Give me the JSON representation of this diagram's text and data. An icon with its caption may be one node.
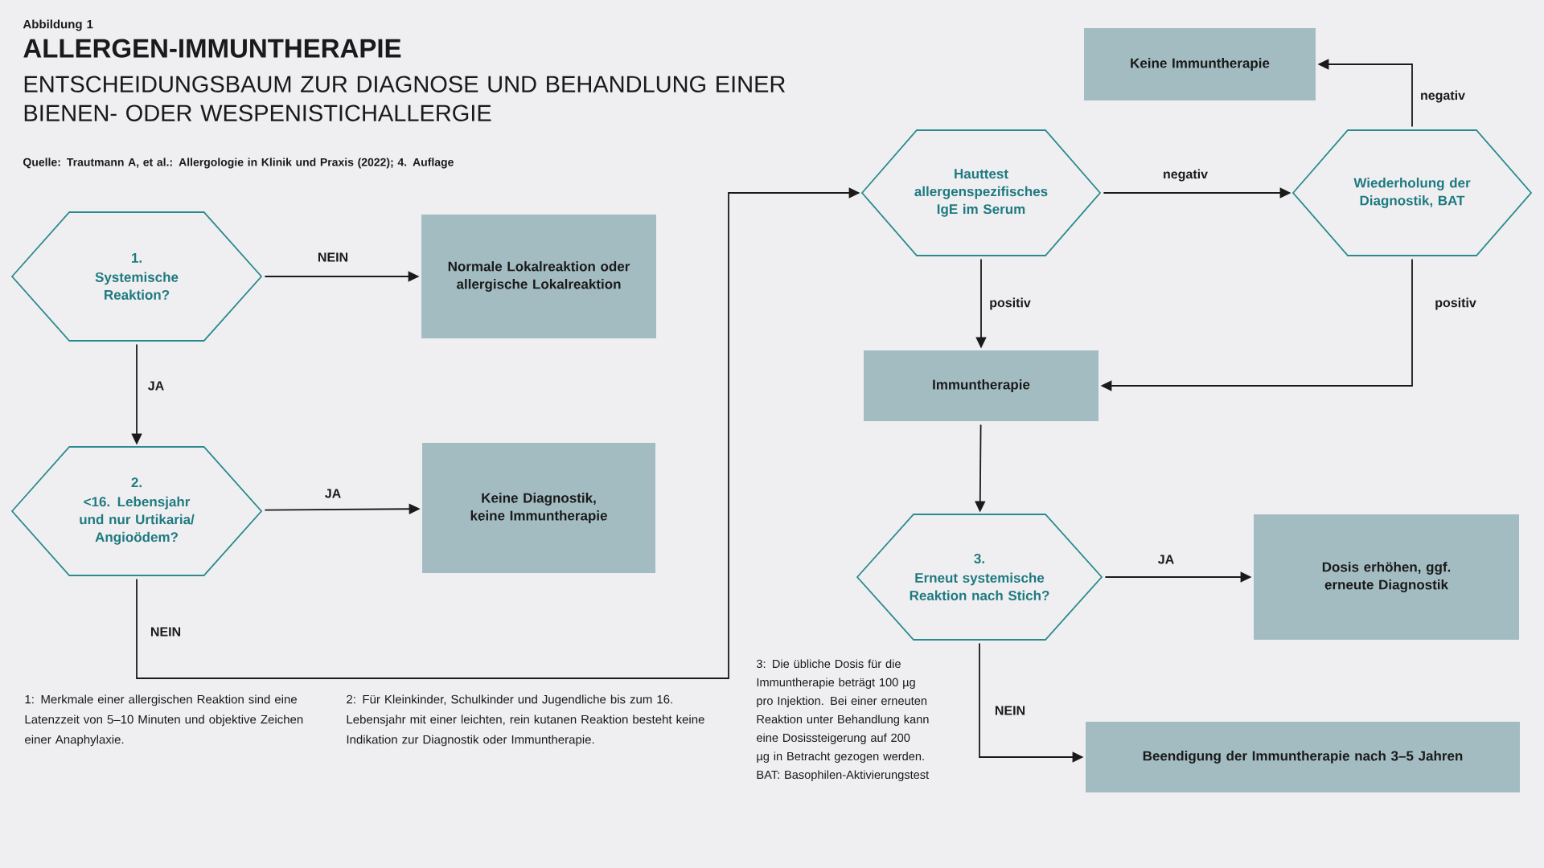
{
  "diagram": {
    "title": "ALLERGEN-IMMUNTHERAPIE",
    "nodes": [
      {
        "text": [
          "1.",
          "Systemische Reaktion?"
        ]
      },
      {
        "text": [
          "Normale Lokalreaktion oder allergische Lokalreaktion"
        ]
      },
      {
        "text": [
          "2.",
          "<16. Lebensjahr und nur Urtikaria/ Angioödem?"
        ]
      },
      {
        "text": [
          "Keine Diagnostik, keine Immuntherapie"
        ]
      },
      {
        "text": [
          "Hauttest allergenspezifisches IgE im Serum"
        ]
      },
      {
        "text": [
          "Keine Immuntherapie"
        ]
      },
      {
        "text": [
          "Wiederholung der Diagnostik, BAT"
        ]
      },
      {
        "text": [
          "Immuntherapie"
        ]
      },
      {
        "text": [
          "3.",
          "Erneut systemische Reaktion nach Stich?"
        ]
      },
      {
        "text": [
          "Dosis erhöhen, ggf. erneute Diagnostik"
        ]
      },
      {
        "text": [
          "Beendigung der Immuntherapie nach 3–5 Jahren"
        ]
      }
    ],
    "edges": [
      {
        "from": 0,
        "to": 1,
        "arrow": "to",
        "label": "NEIN"
      },
      {
        "from": 0,
        "to": 2,
        "arrow": "to",
        "label": "JA"
      },
      {
        "from": 2,
        "to": 3,
        "arrow": "to",
        "label": "JA"
      },
      {
        "from": 2,
        "to": 4,
        "arrow": "to",
        "label": "NEIN"
      },
      {
        "from": 4,
        "to": 6,
        "arrow": "to",
        "label": "negativ"
      },
      {
        "from": 6,
        "to": 5,
        "arrow": "to",
        "label": "negativ"
      },
      {
        "from": 4,
        "to": 7,
        "arrow": "to",
        "label": "positiv"
      },
      {
        "from": 6,
        "to": 7,
        "arrow": "to",
        "label": "positiv"
      },
      {
        "from": 7,
        "to": 8,
        "arrow": "to"
      },
      {
        "from": 8,
        "to": 9,
        "arrow": "to",
        "label": "JA"
      },
      {
        "from": 8,
        "to": 10,
        "arrow": "to",
        "label": "NEIN"
      }
    ],
    "labels": [
      "Abbildung 1",
      "ENTSCHEIDUNGSBAUM ZUR DIAGNOSE UND BEHANDLUNG EINER BIENEN- ODER WESPENISTICHALLERGIE",
      "Quelle: Trautmann A, et al.: Allergologie in Klinik und Praxis (2022); 4. Auflage",
      "3: Die übliche Dosis für die Immuntherapie beträgt 100 µg pro Injektion. Bei einer erneuten Reaktion unter Behandlung kann eine Dosissteigerung auf 200 µg in Betracht gezogen werden. BAT: Basophilen-Aktivierungstest",
      "1: Merkmale einer allergischen Reaktion sind eine Latenzzeit von 5–10 Minuten und objektive Zeichen einer Anaphylaxie.",
      "2: Für Kleinkinder, Schulkinder und Jugendliche bis zum 16. Lebensjahr mit einer leichten, rein kutanen Reaktion besteht keine Indikation zur Diagnostik oder Immuntherapie."
    ]
  }
}
